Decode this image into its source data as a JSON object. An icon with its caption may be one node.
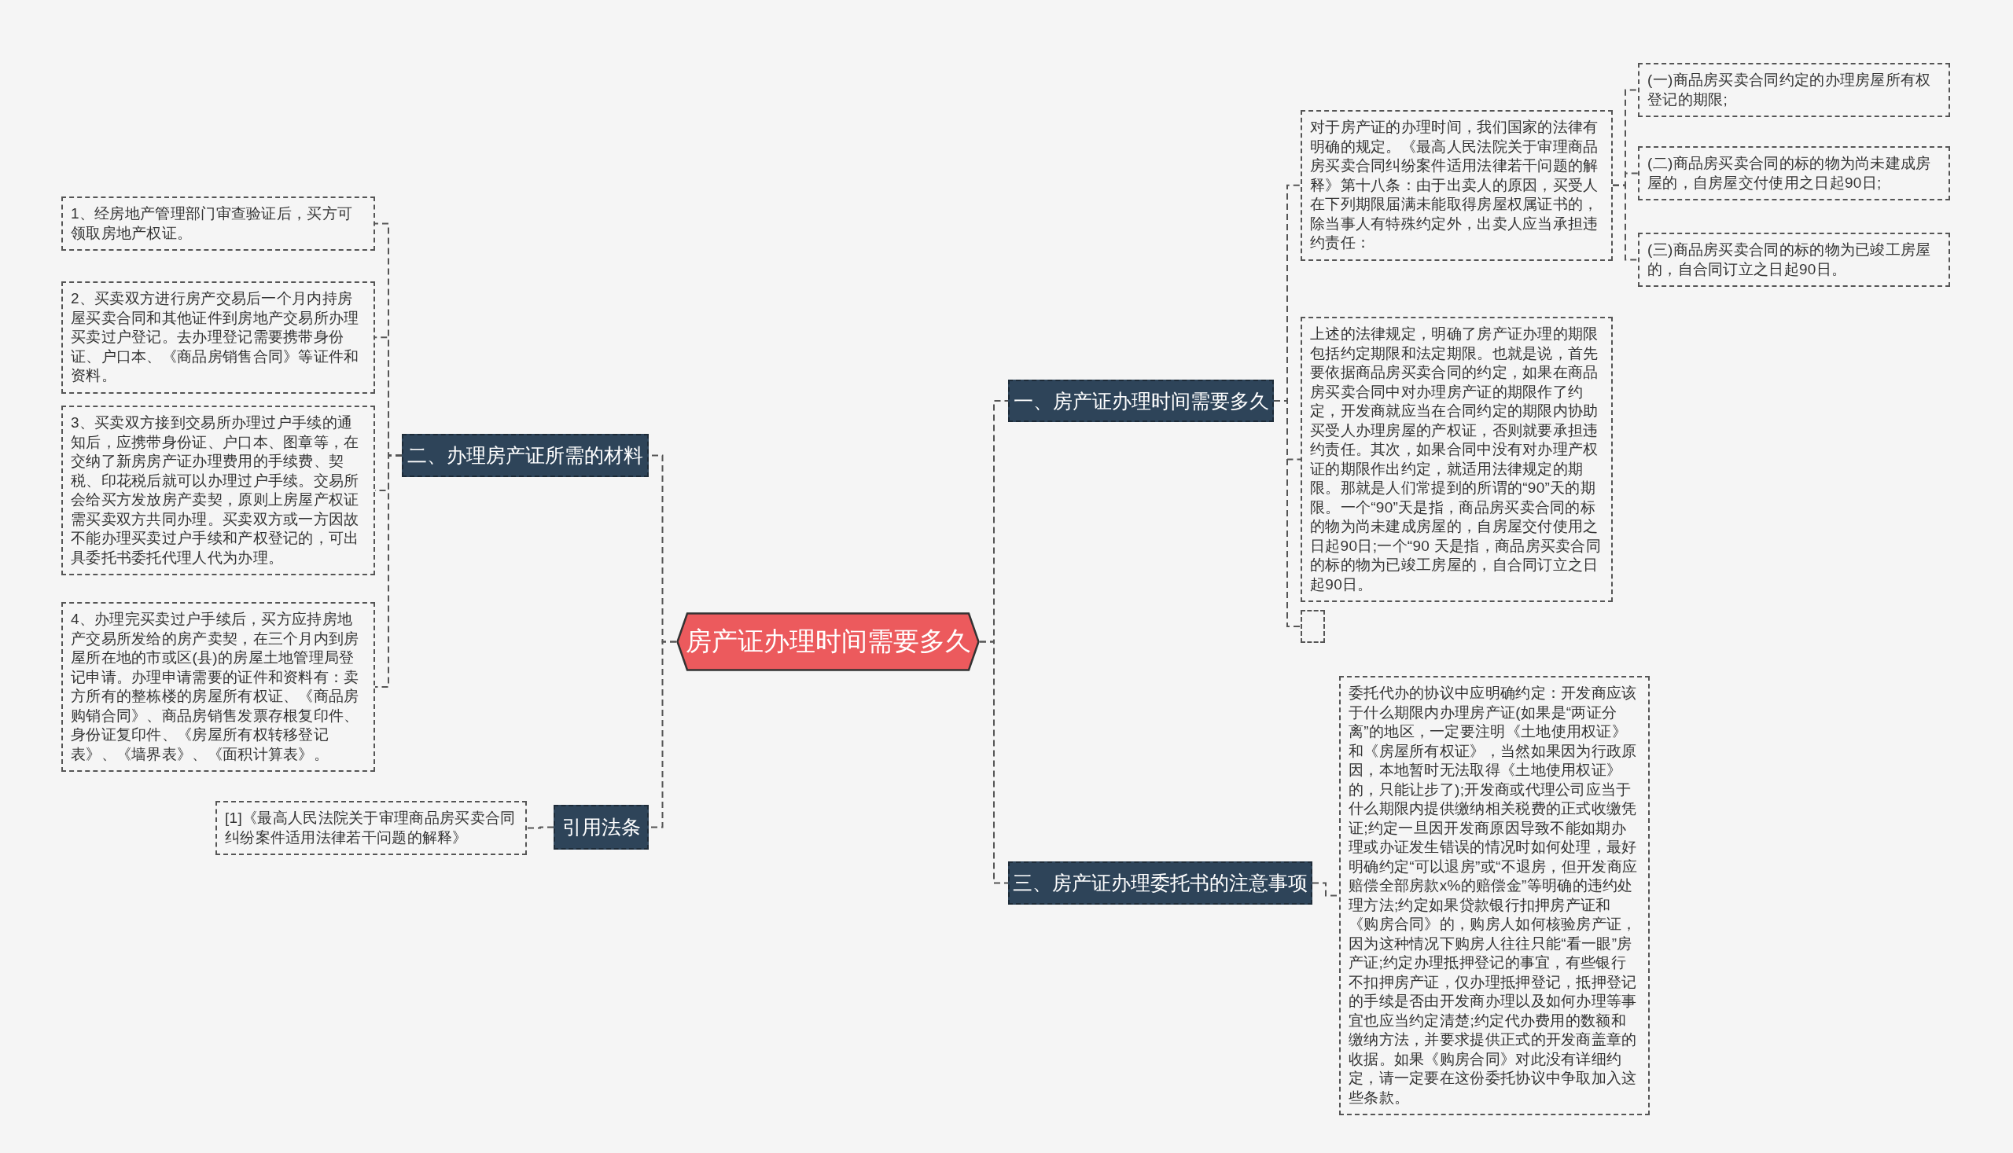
{
  "diagram": {
    "nodes": [
      {
        "text": [
          "房产证办理时间需要多久"
        ]
      },
      {
        "text": [
          "一、房产证办理时间需要多久"
        ]
      },
      {
        "text": [
          "对于房产证的办理时间，我们国家的法律有明确的规定。《最高人民法院关于审理商品房买卖合同纠纷案件适用法律若干问题的解释》第十八条：由于出卖人的原因，买受人在下列期限届满未能取得房屋权属证书的，除当事人有特殊约定外，出卖人应当承担违约责任："
        ]
      },
      {
        "text": [
          "(一)商品房买卖合同约定的办理房屋所有权登记的期限;"
        ]
      },
      {
        "text": [
          "(二)商品房买卖合同的标的物为尚未建成房屋的，自房屋交付使用之日起90日;"
        ]
      },
      {
        "text": [
          "(三)商品房买卖合同的标的物为已竣工房屋的，自合同订立之日起90日。"
        ]
      },
      {
        "text": [
          "上述的法律规定，明确了房产证办理的期限包括约定期限和法定期限。也就是说，首先要依据商品房买卖合同的约定，如果在商品房买卖合同中对办理房产证的期限作了约定，开发商就应当在合同约定的期限内协助买受人办理房屋的产权证，否则就要承担违约责任。其次，如果合同中没有对办理产权证的期限作出约定，就适用法律规定的期限。那就是人们常提到的所谓的“90”天的期限。一个“90”天是指，商品房买卖合同的标的物为尚未建成房屋的，自房屋交付使用之日起90日;一个“90 天是指，商品房买卖合同的标的物为已竣工房屋的，自合同订立之日起90日。"
        ]
      },
      {
        "text": [],
        "shape": "box"
      },
      {
        "text": [
          "三、房产证办理委托书的注意事项"
        ]
      },
      {
        "text": [
          "委托代办的协议中应明确约定：开发商应该于什么期限内办理房产证(如果是“两证分离”的地区，一定要注明《土地使用权证》和《房屋所有权证》，当然如果因为行政原因，本地暂时无法取得《土地使用权证》的，只能让步了);开发商或代理公司应当于什么期限内提供缴纳相关税费的正式收缴凭证;约定一旦因开发商原因导致不能如期办理或办证发生错误的情况时如何处理，最好明确约定“可以退房”或“不退房，但开发商应赔偿全部房款x%的赔偿金”等明确的违约处理方法;约定如果贷款银行扣押房产证和《购房合同》的，购房人如何核验房产证，因为这种情况下购房人往往只能“看一眼”房产证;约定办理抵押登记的事宜，有些银行不扣押房产证，仅办理抵押登记，抵押登记的手续是否由开发商办理以及如何办理等事宜也应当约定清楚;约定代办费用的数额和缴纳方法，并要求提供正式的开发商盖章的收据。如果《购房合同》对此没有详细约定，请一定要在这份委托协议中争取加入这些条款。"
        ]
      },
      {
        "text": [
          "二、办理房产证所需的材料"
        ]
      },
      {
        "text": [
          "1、经房地产管理部门审查验证后，买方可领取房地产权证。"
        ]
      },
      {
        "text": [
          "2、买卖双方进行房产交易后一个月内持房屋买卖合同和其他证件到房地产交易所办理买卖过户登记。去办理登记需要携带身份证、户口本、《商品房销售合同》等证件和资料。"
        ]
      },
      {
        "text": [
          "3、买卖双方接到交易所办理过户手续的通知后，应携带身份证、户口本、图章等，在交纳了新房房产证办理费用的手续费、契税、印花税后就可以办理过户手续。交易所会给买方发放房产卖契，原则上房屋产权证需买卖双方共同办理。买卖双方或一方因故不能办理买卖过户手续和产权登记的，可出具委托书委托代理人代为办理。"
        ]
      },
      {
        "text": [
          "4、办理完买卖过户手续后，买方应持房地产交易所发给的房产卖契，在三个月内到房屋所在地的市或区(县)的房屋土地管理局登记申请。办理申请需要的证件和资料有：卖方所有的整栋楼的房屋所有权证、《商品房购销合同》、商品房销售发票存根复印件、身份证复印件、《房屋所有权转移登记表》、《墙界表》、《面积计算表》。"
        ]
      },
      {
        "text": [
          "引用法条"
        ]
      },
      {
        "text": [
          "[1]《最高人民法院关于审理商品房买卖合同纠纷案件适用法律若干问题的解释》"
        ]
      }
    ],
    "edges": [
      {
        "from": 0,
        "to": 1,
        "arrow": "none"
      },
      {
        "from": 1,
        "to": 2,
        "arrow": "none"
      },
      {
        "from": 2,
        "to": 3,
        "arrow": "none"
      },
      {
        "from": 2,
        "to": 4,
        "arrow": "none"
      },
      {
        "from": 2,
        "to": 5,
        "arrow": "none"
      },
      {
        "from": 1,
        "to": 6,
        "arrow": "none"
      },
      {
        "from": 1,
        "to": 7,
        "arrow": "none"
      },
      {
        "from": 0,
        "to": 8,
        "arrow": "none"
      },
      {
        "from": 8,
        "to": 9,
        "arrow": "none"
      },
      {
        "from": 0,
        "to": 10,
        "arrow": "none"
      },
      {
        "from": 10,
        "to": 11,
        "arrow": "none"
      },
      {
        "from": 10,
        "to": 12,
        "arrow": "none"
      },
      {
        "from": 10,
        "to": 13,
        "arrow": "none"
      },
      {
        "from": 10,
        "to": 14,
        "arrow": "none"
      },
      {
        "from": 0,
        "to": 15,
        "arrow": "none"
      },
      {
        "from": 15,
        "to": 16,
        "arrow": "none"
      }
    ]
  }
}
